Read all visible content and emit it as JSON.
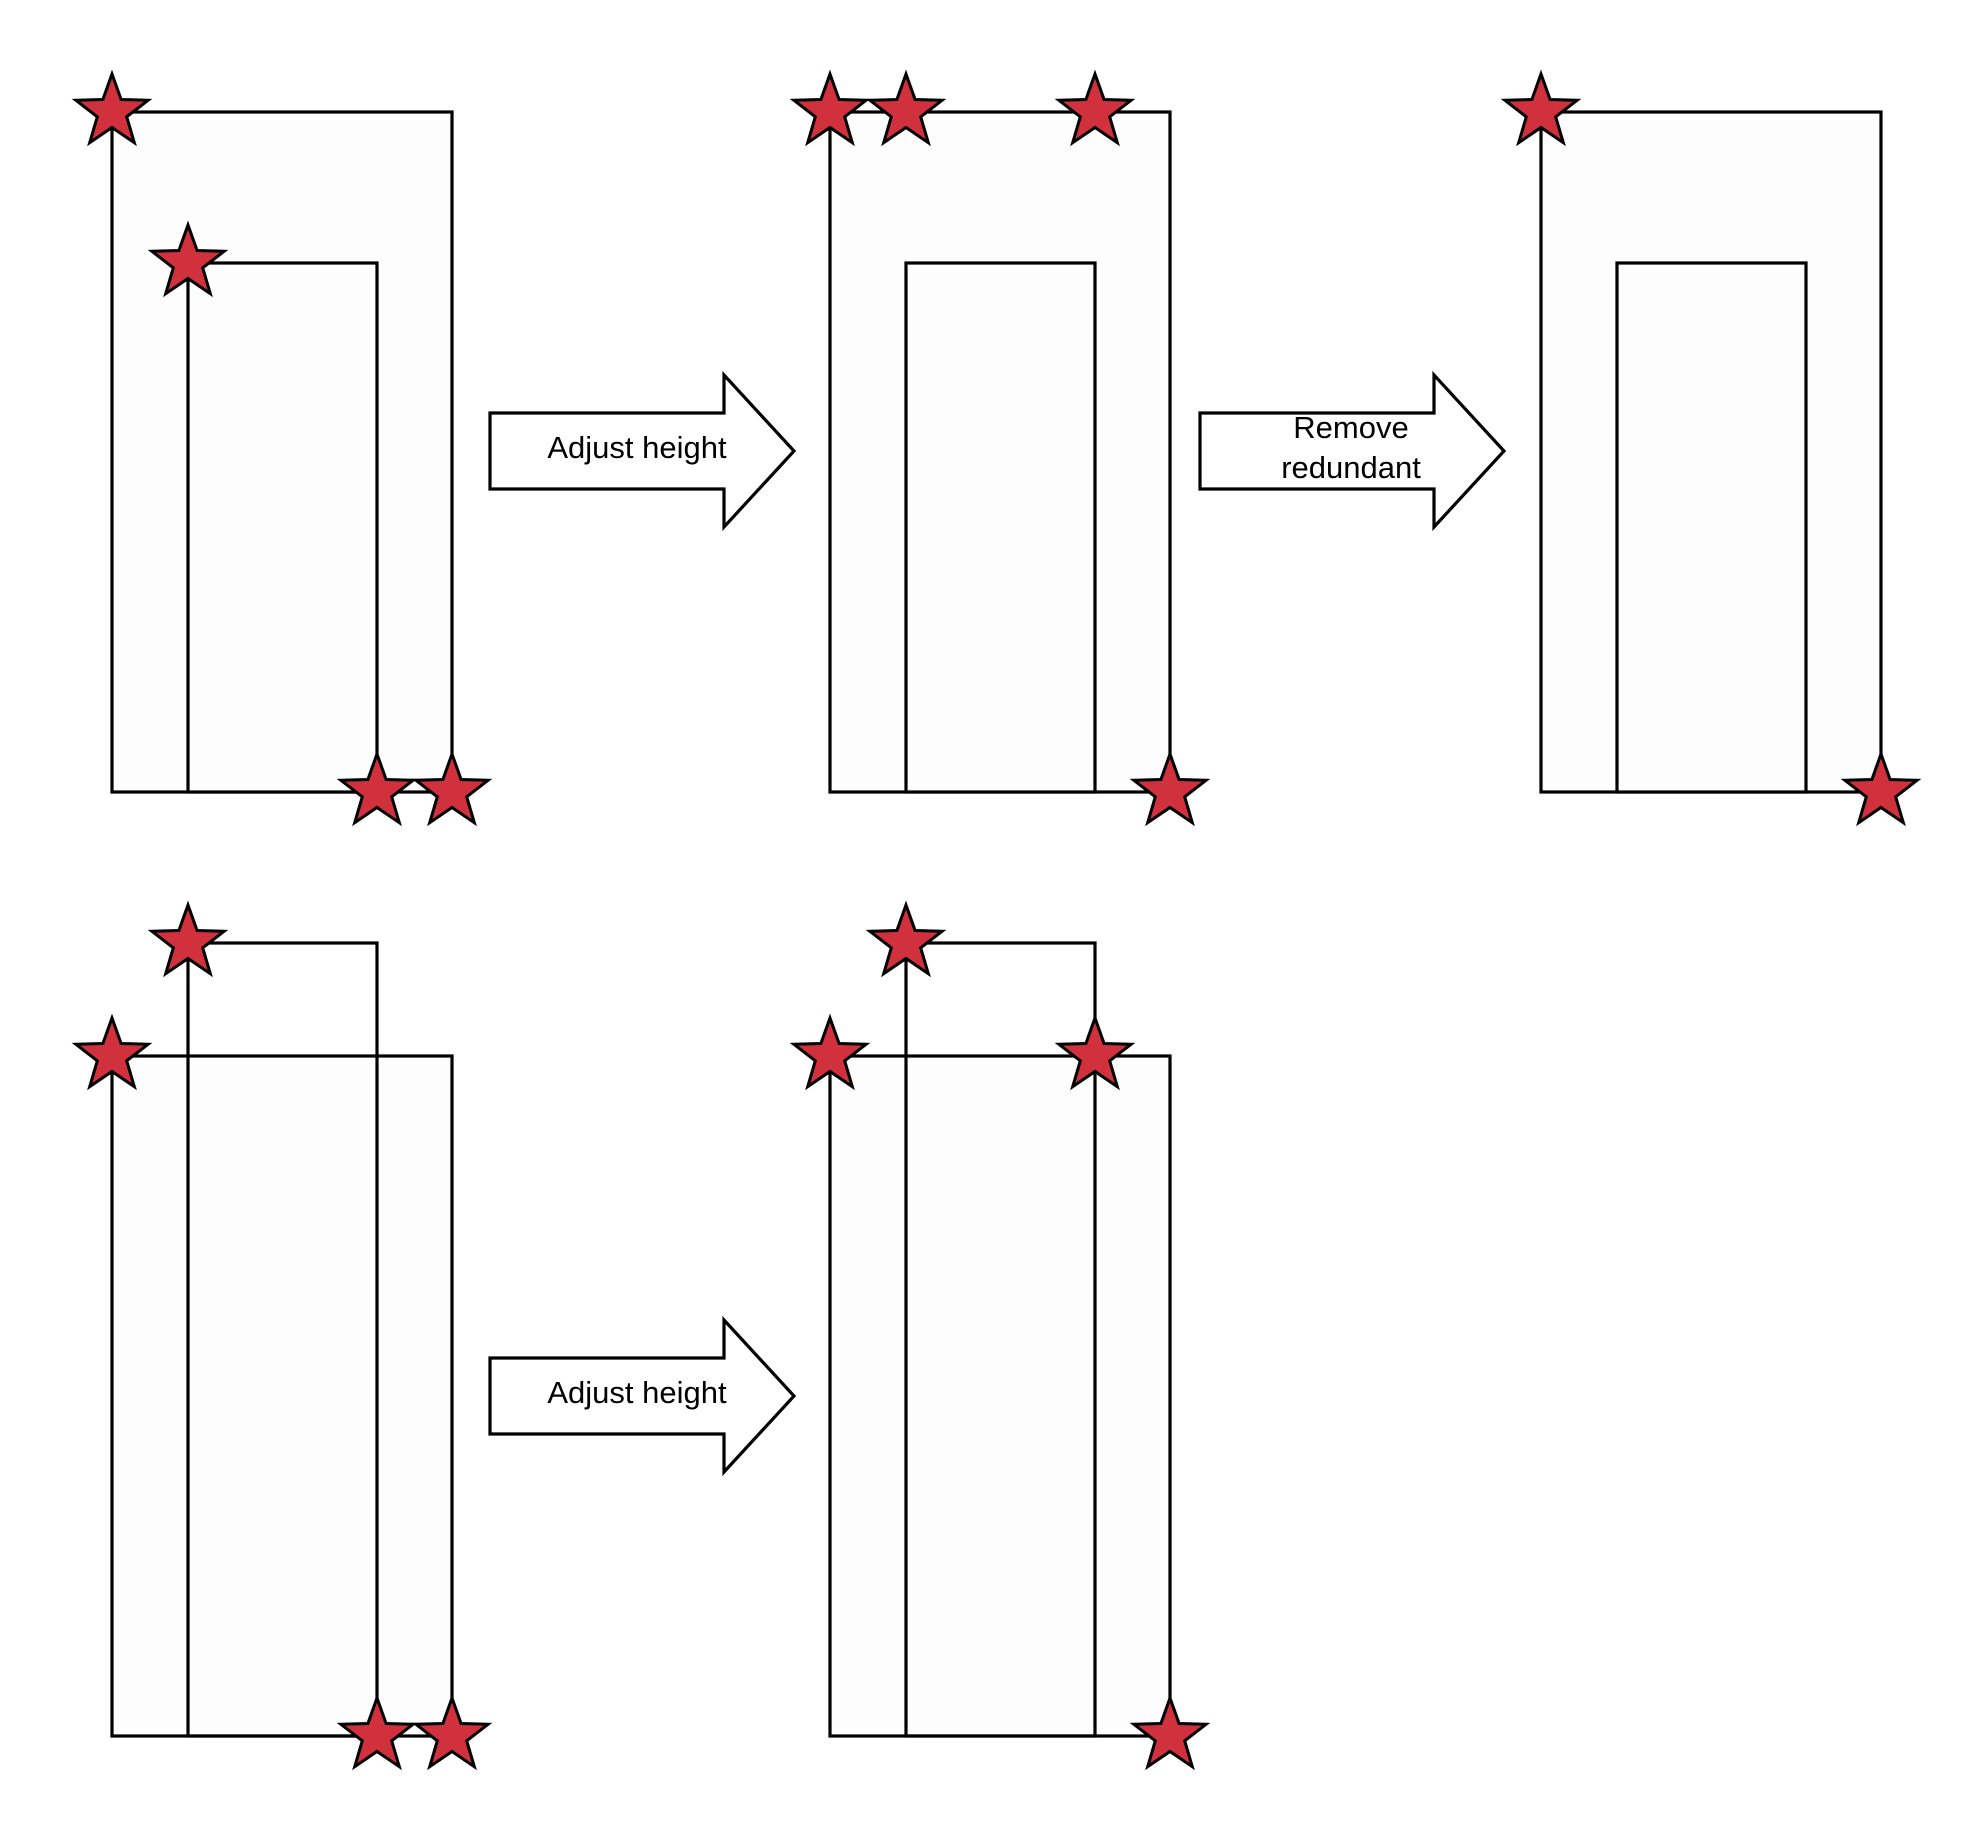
{
  "colors": {
    "star_fill": "#d0313d",
    "stroke": "#000000",
    "background": "#ffffff"
  },
  "arrows": {
    "top_left": {
      "label": "Adjust height"
    },
    "top_right": {
      "label_line1": "Remove",
      "label_line2": "redundant"
    },
    "bottom": {
      "label": "Adjust height"
    }
  },
  "icons": {
    "marker": "star-icon",
    "step": "right-arrow-icon"
  }
}
